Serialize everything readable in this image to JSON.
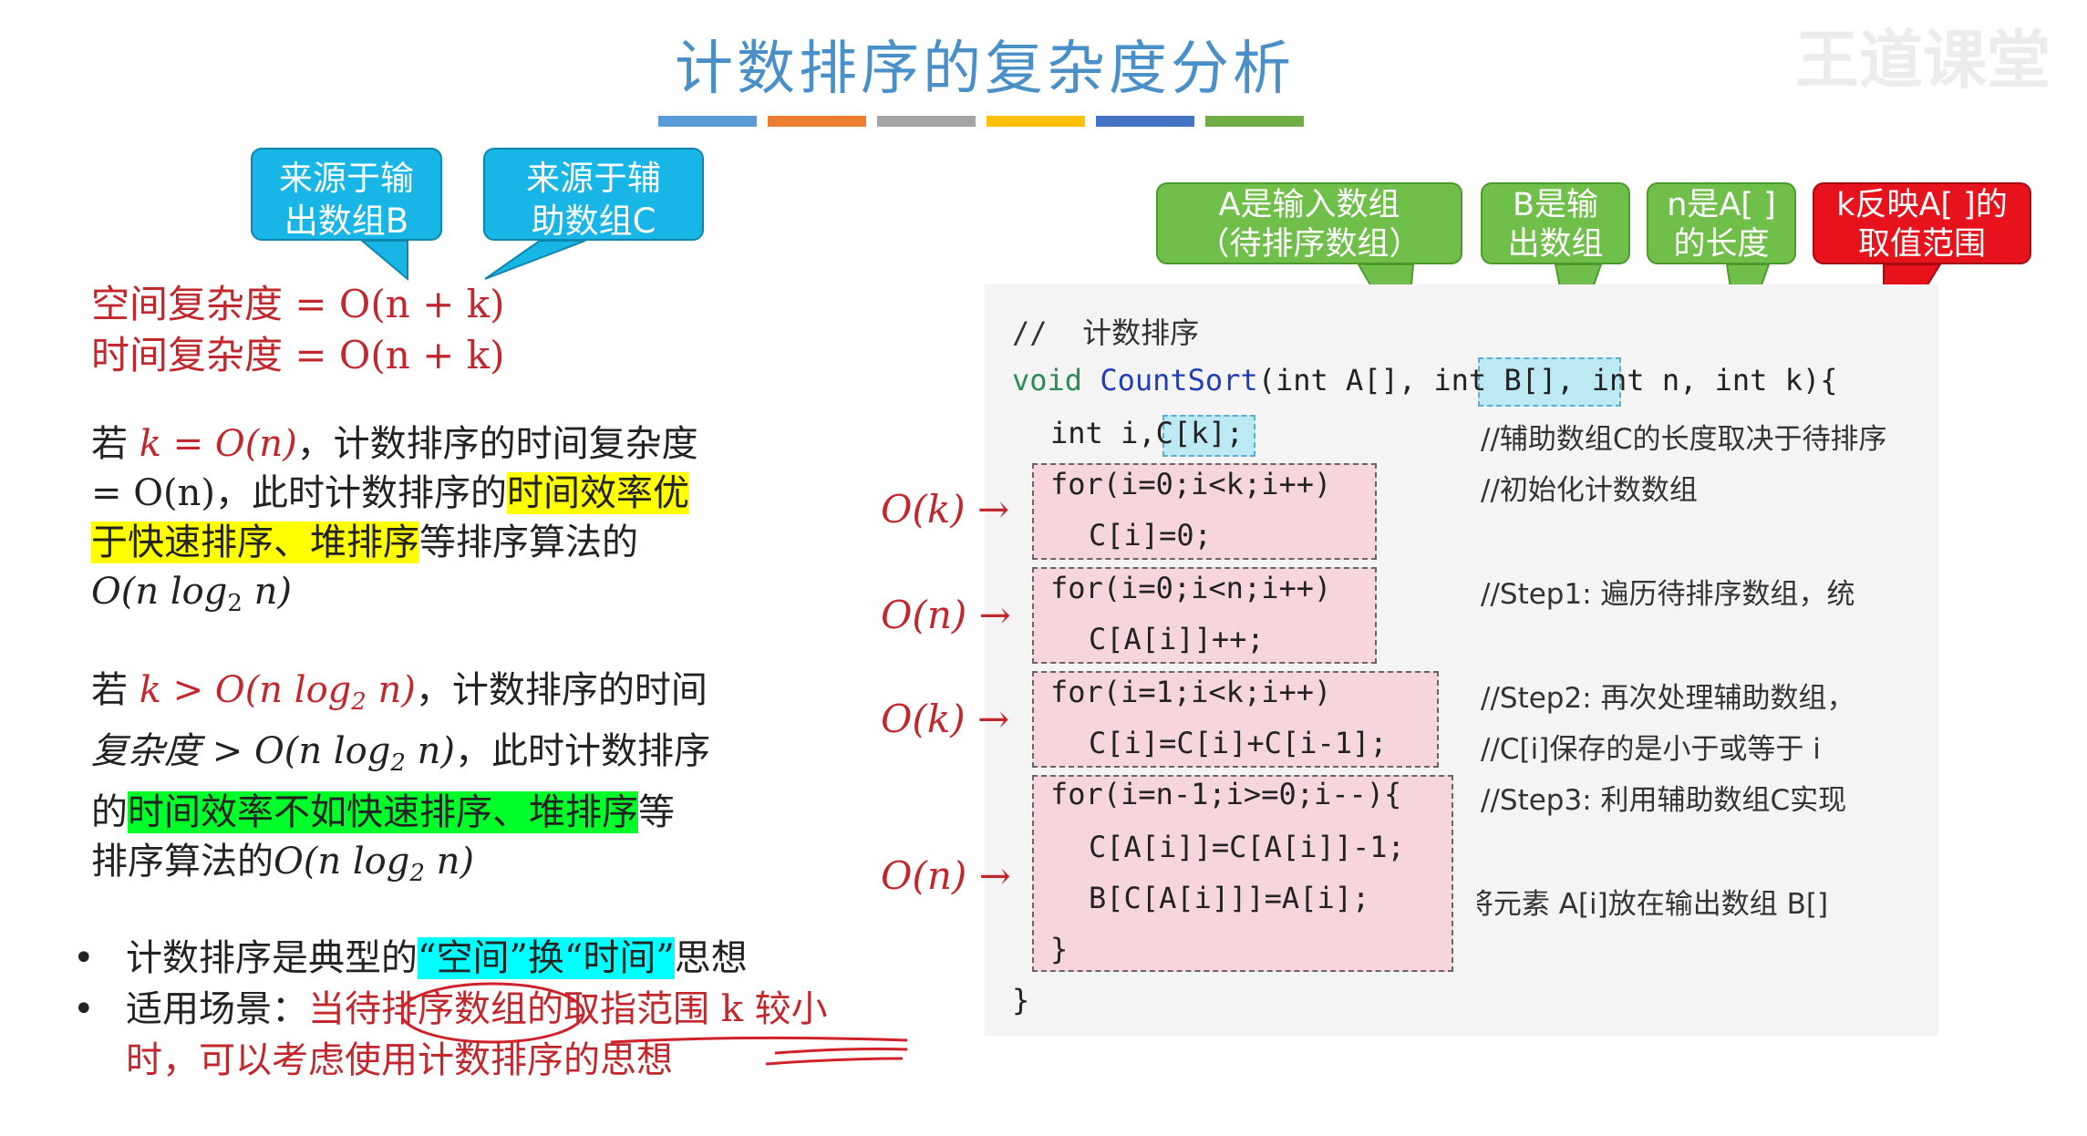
{
  "title": "计数排序的复杂度分析",
  "stripes": [
    "#5b9bd5",
    "#ed7d31",
    "#a5a5a5",
    "#ffc000",
    "#4472c4",
    "#70ad47"
  ],
  "callouts_left": [
    {
      "text": "来源于输\n出数组B"
    },
    {
      "text": "来源于辅\n助数组C"
    }
  ],
  "callouts_right": [
    {
      "text": "A是输入数组\n（待排序数组）"
    },
    {
      "text": "B是输\n出数组"
    },
    {
      "text": "n是A[ ]\n的长度"
    },
    {
      "text": "k反映A[ ]的\n取值范围"
    }
  ],
  "formulas": {
    "space": "空间复杂度 = O(n + k)",
    "time": "时间复杂度 = O(n + k)"
  },
  "para1": {
    "a": "若 ",
    "k": "k = O(n)",
    "b": "，计数排序的时间复杂度",
    "c": "= O(n)，此时计数排序的",
    "hl1": "时间效率优",
    "hl2": "于快速排序、堆排序",
    "d": "等排序算法的",
    "e_o": "O(n log",
    "e_sub": "2",
    "e_end": " n)"
  },
  "para2": {
    "a": "若 ",
    "k": "k > O(n log",
    "k_sub": "2",
    "k_end": " n)",
    "b": "，计数排序的时间",
    "c1": "复杂度 > O(n log",
    "c_sub": "2",
    "c_end": " n)",
    "c2": "，此时计数排序",
    "d0": "的",
    "hl": "时间效率不如快速排序、堆排序",
    "d1": "等",
    "e0": "排序算法的",
    "e_o": "O(n log",
    "e_sub": "2",
    "e_end": " n)"
  },
  "bullets": {
    "b1_a": "计数排序是典型的",
    "b1_hl": "“空间”换“时间”",
    "b1_b": "思想",
    "b2_a": "适用场景：",
    "b2_red": "当待排序数组的取指范围 k 较小",
    "b2_line2": "时，可以考虑使用计数排序的思想"
  },
  "code": {
    "comment": "//  计数排序",
    "sig_void": "void",
    "sig_fn": "CountSort",
    "sig_p1": "(int A[], ",
    "sig_p2": "int B[]",
    "sig_p3": ", int n, int k){",
    "decl": "int i,",
    "decl_c": "C[k]",
    "decl_end": ";",
    "lines": [
      "for(i=0;i<k;i++)",
      "C[i]=0;",
      "for(i=0;i<n;i++)",
      "C[A[i]]++;",
      "for(i=1;i<k;i++)",
      "C[i]=C[i]+C[i-1];",
      "for(i=n-1;i>=0;i--){",
      "C[A[i]]=C[A[i]]-1;",
      "B[C[A[i]]]=A[i];",
      "}",
      "}"
    ],
    "comments": [
      "//辅助数组C的长度取决于待排序",
      "//初始化计数数组",
      "//Step1: 遍历待排序数组，统",
      "//Step2: 再次处理辅助数组，",
      "//C[i]保存的是小于或等于 i",
      "//Step3: 利用辅助数组C实现",
      "//将元素 A[i]放在输出数组 B[]"
    ]
  },
  "complexity_marks": [
    "O(k) →",
    "O(n) →",
    "O(k) →",
    "O(n) →"
  ],
  "watermark": "王道课堂"
}
